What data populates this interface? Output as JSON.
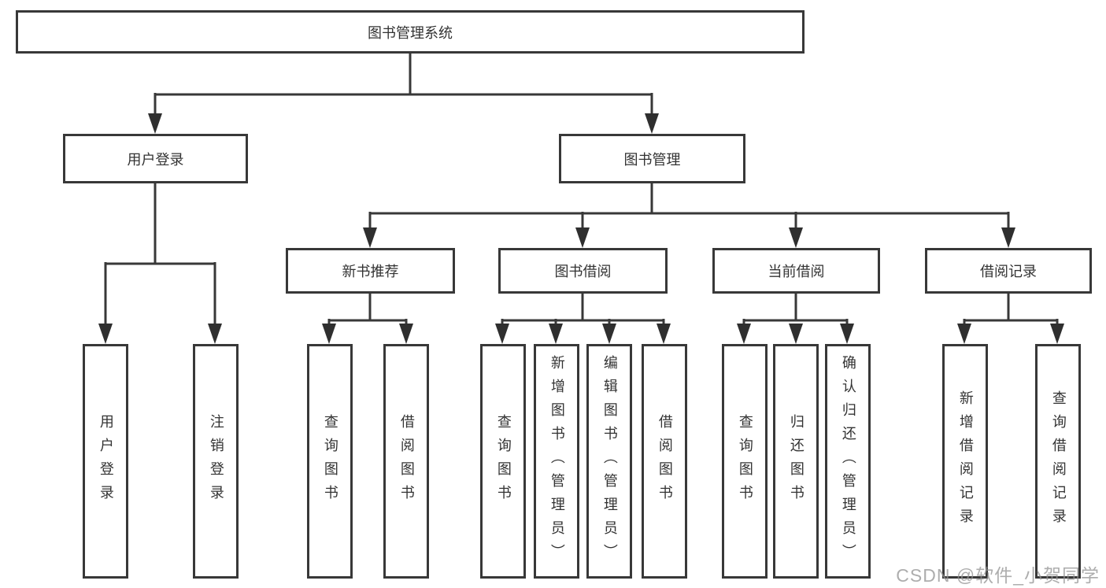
{
  "tree": {
    "root": "图书管理系统",
    "branches": [
      {
        "label": "用户登录",
        "leaves": [
          "用户登录",
          "注销登录"
        ]
      },
      {
        "label": "图书管理",
        "groups": [
          {
            "label": "新书推荐",
            "leaves": [
              "查询图书",
              "借阅图书"
            ]
          },
          {
            "label": "图书借阅",
            "leaves": [
              "查询图书",
              "新增图书（管理员）",
              "编辑图书（管理员）",
              "借阅图书"
            ]
          },
          {
            "label": "当前借阅",
            "leaves": [
              "查询图书",
              "归还图书",
              "确认归还（管理员）"
            ]
          },
          {
            "label": "借阅记录",
            "leaves": [
              "新增借阅记录",
              "查询借阅记录"
            ]
          }
        ]
      }
    ]
  },
  "colors": {
    "line": "#383838",
    "text": "#333333",
    "background": "#ffffff",
    "watermark": "#919191"
  },
  "watermark": {
    "text": "CSDN @软件_小贺同学"
  }
}
